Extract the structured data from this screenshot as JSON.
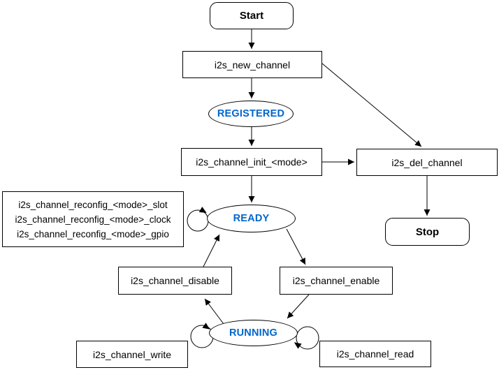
{
  "diagram": {
    "background": "#ffffff",
    "stroke_color": "#000000",
    "state_label_color": "#0066cc",
    "nodes": {
      "start": {
        "label": "Start",
        "shape": "rounded-rectangle"
      },
      "new_channel": {
        "label": "i2s_new_channel",
        "shape": "rectangle"
      },
      "registered": {
        "label": "REGISTERED",
        "shape": "ellipse"
      },
      "init": {
        "label": "i2s_channel_init_<mode>",
        "shape": "rectangle"
      },
      "del_channel": {
        "label": "i2s_del_channel",
        "shape": "rectangle"
      },
      "stop": {
        "label": "Stop",
        "shape": "rounded-rectangle"
      },
      "reconfig": {
        "shape": "rectangle",
        "lines": [
          "i2s_channel_reconfig_<mode>_slot",
          "i2s_channel_reconfig_<mode>_clock",
          "i2s_channel_reconfig_<mode>_gpio"
        ]
      },
      "ready": {
        "label": "READY",
        "shape": "ellipse"
      },
      "disable": {
        "label": "i2s_channel_disable",
        "shape": "rectangle"
      },
      "enable": {
        "label": "i2s_channel_enable",
        "shape": "rectangle"
      },
      "running": {
        "label": "RUNNING",
        "shape": "ellipse"
      },
      "write": {
        "label": "i2s_channel_write",
        "shape": "rectangle"
      },
      "read": {
        "label": "i2s_channel_read",
        "shape": "rectangle"
      }
    },
    "edges": [
      {
        "from": "start",
        "to": "new_channel"
      },
      {
        "from": "new_channel",
        "to": "registered"
      },
      {
        "from": "registered",
        "to": "init"
      },
      {
        "from": "init",
        "to": "ready"
      },
      {
        "from": "init",
        "to": "del_channel"
      },
      {
        "from": "new_channel",
        "to": "del_channel"
      },
      {
        "from": "del_channel",
        "to": "stop"
      },
      {
        "from": "ready",
        "to": "enable"
      },
      {
        "from": "disable",
        "to": "ready"
      },
      {
        "from": "enable",
        "to": "running"
      },
      {
        "from": "running",
        "to": "disable"
      },
      {
        "from": "ready",
        "to": "ready",
        "type": "self-loop-left"
      },
      {
        "from": "running",
        "to": "running",
        "type": "self-loop-left"
      },
      {
        "from": "running",
        "to": "running",
        "type": "self-loop-right"
      }
    ]
  }
}
